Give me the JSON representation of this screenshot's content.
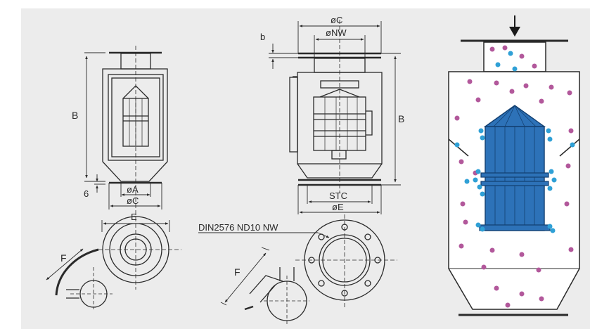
{
  "labels": {
    "left_height": "B",
    "left_gap": "6",
    "left_dia_a": "øA",
    "left_dia_c": "øC",
    "left_width_e": "E",
    "left_swing_f": "F",
    "mid_b": "b",
    "mid_dia_c": "øC",
    "mid_dia_nw": "øNW",
    "mid_height": "B",
    "mid_stc": "STC",
    "mid_dia_e": "øE",
    "flange_spec": "DIN2576 ND10 NW",
    "mid_swing_f": "F"
  },
  "colors": {
    "background_panel": "#ececec",
    "line": "#2a2a2a",
    "cartridge_fill": "#2d72b8",
    "cartridge_line": "#123f70",
    "particle_magenta": "#b2589b",
    "particle_cyan": "#2fa0d6"
  },
  "icons": {
    "inlet_arrow": "arrow-down-icon"
  }
}
